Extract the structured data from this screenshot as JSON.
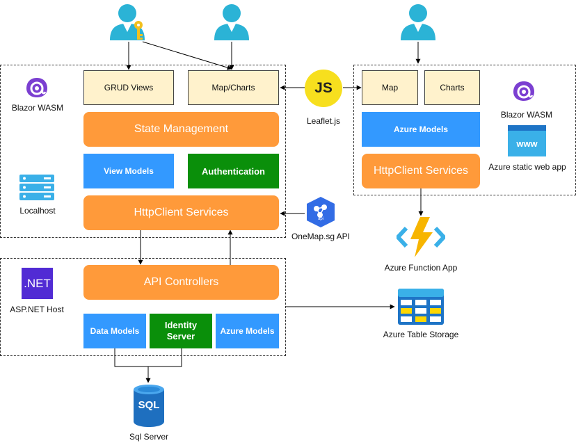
{
  "left_top_group": {
    "platform_label": "Blazor WASM",
    "host_label": "Localhost",
    "grud_views": "GRUD Views",
    "map_charts": "Map/Charts",
    "state_management": "State Management",
    "view_models": "View Models",
    "authentication": "Authentication",
    "httpclient_services": "HttpClient Services"
  },
  "left_bottom_group": {
    "platform_badge": ".NET",
    "platform_label": "ASP.NET Host",
    "api_controllers": "API Controllers",
    "data_models": "Data Models",
    "identity_server_line1": "Identity",
    "identity_server_line2": "Server",
    "azure_models": "Azure Models"
  },
  "right_group": {
    "map": "Map",
    "charts": "Charts",
    "azure_models": "Azure Models",
    "httpclient_services": "HttpClient Services",
    "platform_label": "Blazor WASM",
    "static_web_app_label": "Azure static web app",
    "www_text": "www"
  },
  "external": {
    "leaflet_label": "Leaflet.js",
    "leaflet_badge": "JS",
    "onemap_label": "OneMap.sg API",
    "onemap_badge_text": "api",
    "function_app_label": "Azure Function App",
    "table_storage_label": "Azure Table Storage",
    "sql_badge": "SQL",
    "sql_label": "Sql Server"
  },
  "colors": {
    "orange": "#ff9a3a",
    "blue": "#3399ff",
    "green": "#0a8f0a",
    "yellow": "#fff2cc",
    "user": "#2bb3d6",
    "blazor": "#7b3fd1",
    "dotnet": "#512bd4"
  }
}
